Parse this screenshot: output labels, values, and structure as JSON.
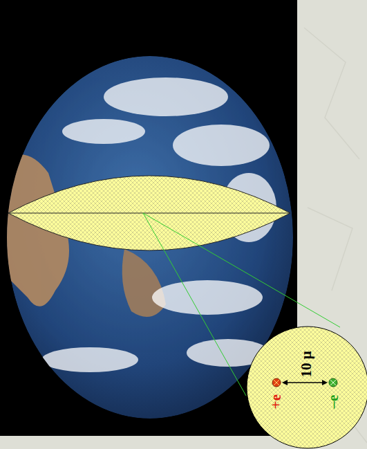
{
  "diagram": {
    "labels": [
      "10 μ",
      "+e",
      "–e"
    ]
  }
}
